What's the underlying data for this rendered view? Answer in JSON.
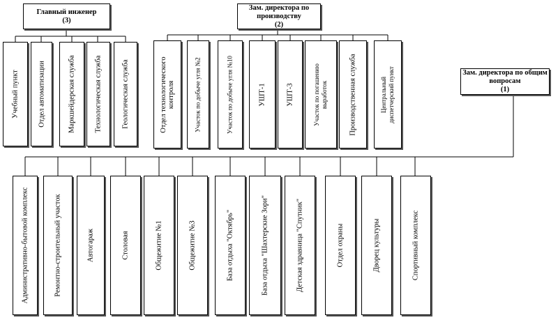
{
  "chief_engineer": {
    "title": "Главный инженер",
    "number": "(3)"
  },
  "deputy_production": {
    "title": "Зам. директора по производству",
    "number": "(2)"
  },
  "deputy_general": {
    "title": "Зам. директора по общим вопросам",
    "number": "(1)"
  },
  "engineer_units": [
    "Учебный пункт",
    "Отдел автоматизации",
    "Маркшейдерская служба",
    "Технологическая служба",
    "Геологическая служба"
  ],
  "production_units": [
    "Отдел технологического контроля",
    "Участок по добыче угля №2",
    "Участок по добыче угля №10",
    "УШТ-1",
    "УШТ-3",
    "Участок по погашению выработок",
    "Производственная служба",
    "Центральный диспетчерский пункт"
  ],
  "general_units": [
    "Административно-бытовой комплекс",
    "Ремонтно-строительный участок",
    "Автогараж",
    "Столовая",
    "Общежитие №1",
    "Общежитие №3",
    "База отдыха \"Октябрь\"",
    "База отдыха \"Шахтерские Зори\"",
    "Детская здравница \"Спутник\"",
    "Отдел охраны",
    "Дворец культуры",
    "Спортивный комплекс"
  ]
}
